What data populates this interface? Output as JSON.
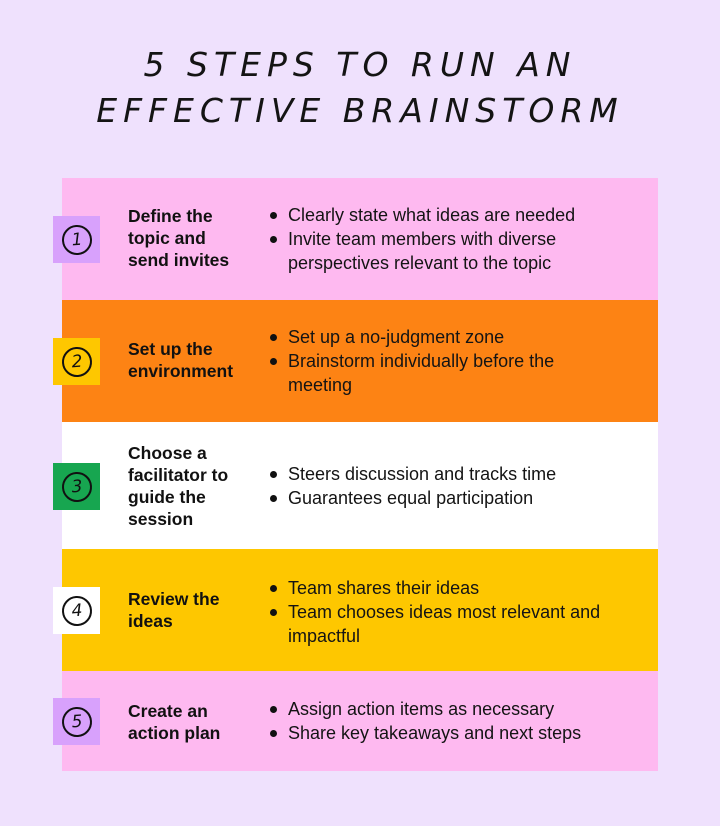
{
  "title": {
    "line1": "5 STEPS TO RUN AN",
    "line2": "EFFECTIVE BRAINSTORM"
  },
  "colors": {
    "background": "#efe1fd",
    "pink": "#feb9f0",
    "orange": "#fd8314",
    "white": "#ffffff",
    "yellow": "#fec700",
    "purple_badge": "#d8a1fc",
    "yellow_badge": "#fec700",
    "green_badge": "#17a650",
    "white_badge": "#ffffff"
  },
  "steps": [
    {
      "number": "1",
      "heading": "Define the topic and send invites",
      "bullets": [
        "Clearly state what ideas are needed",
        "Invite team members with diverse perspectives relevant to the topic"
      ]
    },
    {
      "number": "2",
      "heading": "Set up the environment",
      "bullets": [
        "Set up a no-judgment zone",
        "Brainstorm individually before the meeting"
      ]
    },
    {
      "number": "3",
      "heading": "Choose a facilitator to guide the session",
      "bullets": [
        "Steers discussion and tracks time",
        "Guarantees equal participation"
      ]
    },
    {
      "number": "4",
      "heading": "Review the ideas",
      "bullets": [
        "Team shares their ideas",
        "Team chooses ideas most relevant and impactful"
      ]
    },
    {
      "number": "5",
      "heading": "Create an action plan",
      "bullets": [
        "Assign action items as necessary",
        "Share key takeaways and next steps"
      ]
    }
  ]
}
